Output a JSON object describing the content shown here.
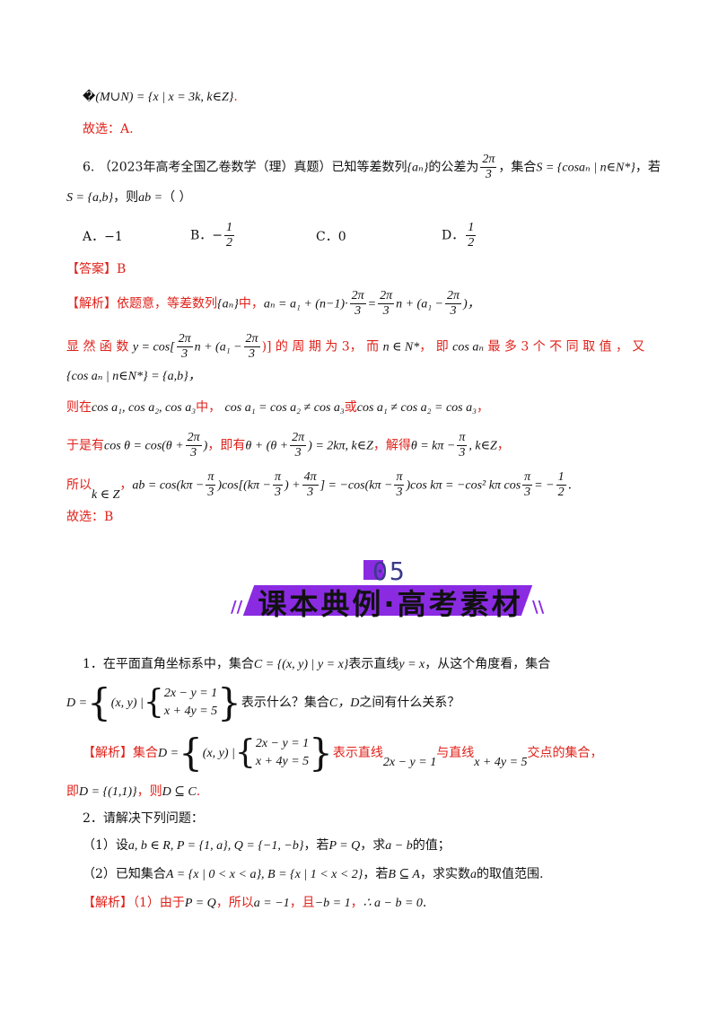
{
  "top": {
    "complement_expr": "(M∪N) = {x | x = 3k, k∈Z}",
    "complement_symbol": "�",
    "choice_line": "故选：A."
  },
  "q6": {
    "number": "6.",
    "source": "（2023年高考全国乙卷数学（理）真题）已知等差数列",
    "seq": "{aₙ}",
    "text_mid": "的公差为",
    "d_num": "2π",
    "d_den": "3",
    "text_set": "，集合",
    "set_S": "S = {cosaₙ | n∈N*}",
    "text_if": "，若",
    "line2_set": "S = {a,b}",
    "line2_text": "，则",
    "line2_expr": "ab =",
    "line2_paren": "（    ）",
    "options": [
      {
        "label": "A．",
        "value": "−1"
      },
      {
        "label": "B．",
        "value": "−",
        "num": "1",
        "den": "2"
      },
      {
        "label": "C．",
        "value": "0"
      },
      {
        "label": "D．",
        "value": "",
        "num": "1",
        "den": "2"
      }
    ],
    "answer_tag": "【答案】",
    "answer": "B",
    "analysis_tag": "【解析】",
    "analysis_l1": "依题意，等差数列",
    "analysis_l1_seq": "{aₙ}",
    "analysis_l1_mid": "中，",
    "analysis_l1_expr": "aₙ = a₁ + (n−1)·",
    "analysis_l1_tail": "n + (a₁ −",
    "analysis_l2a": "显 然 函 数",
    "analysis_l2_expr": "y = cos[",
    "analysis_l2_mid": "n + (a₁ −",
    "analysis_l2_end": ")] 的 周 期 为 3， 而",
    "analysis_l2_n": "n ∈ N*",
    "analysis_l2_b": "， 即",
    "analysis_l2_cos": "cos aₙ",
    "analysis_l2_c": "最 多 3 个 不 同 取 值 ， 又",
    "analysis_l3": "{cos aₙ | n∈N*} = {a,b}，",
    "analysis_l4a": "则在",
    "analysis_l4_expr1": "cos a₁, cos a₂, cos a₃",
    "analysis_l4b": "中，",
    "analysis_l4_expr2": "cos a₁ = cos a₂ ≠ cos a₃",
    "analysis_l4c": "或",
    "analysis_l4_expr3": "cos a₁ ≠ cos a₂ = cos a₃",
    "analysis_l4d": "，",
    "analysis_l5a": "于是有",
    "analysis_l5_expr1": "cos θ = cos(θ +",
    "analysis_l5b": "，即有",
    "analysis_l5_expr2": "θ + (θ +",
    "analysis_l5_expr2b": ") = 2kπ, k∈Z",
    "analysis_l5c": "，解得",
    "analysis_l5_expr3": "θ = kπ −",
    "analysis_l5_expr3b": ", k∈Z",
    "analysis_l5d": "，",
    "analysis_l6a": "所以",
    "analysis_l6_k": "k ∈ Z",
    "analysis_l6_expr": "ab = cos(kπ −",
    "analysis_l6_expr_b": ")cos[(kπ −",
    "analysis_l6_expr_c": ") +",
    "analysis_l6_expr_d": "] = −cos(kπ −",
    "analysis_l6_expr_e": ")cos kπ = −cos² kπ cos",
    "analysis_l6_expr_f": "= −",
    "pi": "π",
    "three": "3",
    "twopi": "2π",
    "fourpi": "4π",
    "one": "1",
    "two": "2",
    "choice_line": "故选：B"
  },
  "section": {
    "number": "05",
    "title": "课本典例·高考素材"
  },
  "ex1": {
    "text_a": "1．在平面直角坐标系中，集合",
    "expr_C": "C = {(x, y) | y = x}",
    "text_b": "表示直线",
    "expr_line": "y = x",
    "text_c": "，从这个角度看，集合",
    "D_label": "D =",
    "pair": "(x, y) |",
    "eq1": "2x − y = 1",
    "eq2": "x + 4y = 5",
    "text_d": "表示什么？集合",
    "CD": "C，D",
    "text_e": "之间有什么关系？",
    "analysis_tag": "【解析】",
    "an_a": "集合",
    "an_b": "表示直线",
    "an_line1": "2x − y = 1",
    "an_c": "与直线",
    "an_line2": "x + 4y = 5",
    "an_d": "交点的集合，",
    "an2_a": "即",
    "an2_expr": "D = {(1,1)}",
    "an2_b": "，则",
    "an2_expr2": "D ⊆ C",
    "an2_c": "."
  },
  "ex2": {
    "title": "2．请解决下列问题：",
    "p1_a": "（1）设",
    "p1_expr": "a, b ∈ R, P = {1, a}, Q = {−1, −b}",
    "p1_b": "，若",
    "p1_expr2": "P = Q",
    "p1_c": "，求",
    "p1_expr3": "a − b",
    "p1_d": "的值；",
    "p2_a": "（2）已知集合",
    "p2_expr": "A = {x | 0 < x < a}, B = {x | 1 < x < 2}",
    "p2_b": "，若",
    "p2_expr2": "B ⊆ A",
    "p2_c": "，求实数",
    "p2_var": "a",
    "p2_d": "的取值范围.",
    "analysis_tag": "【解析】",
    "an_a": "（1）由于",
    "an_expr1": "P = Q",
    "an_b": "，所以",
    "an_expr2": "a = −1",
    "an_c": "，且",
    "an_expr3": "−b = 1",
    "an_d": "，",
    "an_expr4": "∴ a − b = 0",
    "an_e": "."
  }
}
